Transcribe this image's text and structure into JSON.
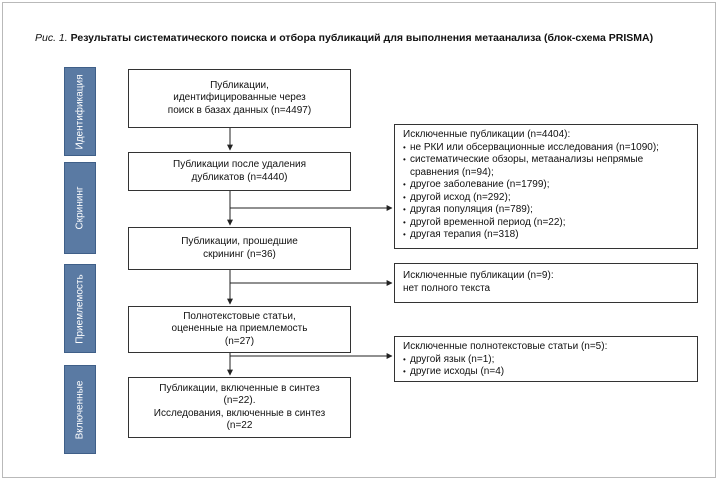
{
  "caption": {
    "label": "Рис. 1.",
    "title": "Результаты систематического поиска и отбора публикаций для выполнения метаанализа (блок-схема PRISMA)"
  },
  "stages": {
    "identification": "Идентификация",
    "screening": "Скрининг",
    "eligibility": "Приемлемость",
    "included": "Включенные"
  },
  "boxes": {
    "identified": "Публикации,\nидентифицированные через\nпоиск в базах данных (n=4497)",
    "after_duplicates": "Публикации после удаления\nдубликатов (n=4440)",
    "screened": "Публикации, прошедшие\nскрининг (n=36)",
    "full_text": "Полнотекстовые статьи,\nоцененные на приемлемость\n(n=27)",
    "included": "Публикации, включенные в синтез\n(n=22).\nИсследования, включенные в синтез\n(n=22"
  },
  "excluded_screening": {
    "title": "Исключенные публикации (n=4404):",
    "items": [
      "не РКИ или обсервационные исследования (n=1090);",
      "систематические обзоры, метаанализы непрямые сравнения (n=94);",
      "другое заболевание (n=1799);",
      "другой исход (n=292);",
      "другая популяция (n=789);",
      "другой временной период (n=22);",
      "другая терапия (n=318)"
    ]
  },
  "excluded_screened": {
    "title": "Исключенные публикации (n=9):\nнет полного текста"
  },
  "excluded_fulltext": {
    "title": "Исключенные полнотекстовые статьи (n=5):",
    "items": [
      "другой язык (n=1);",
      "другие исходы (n=4)"
    ]
  }
}
